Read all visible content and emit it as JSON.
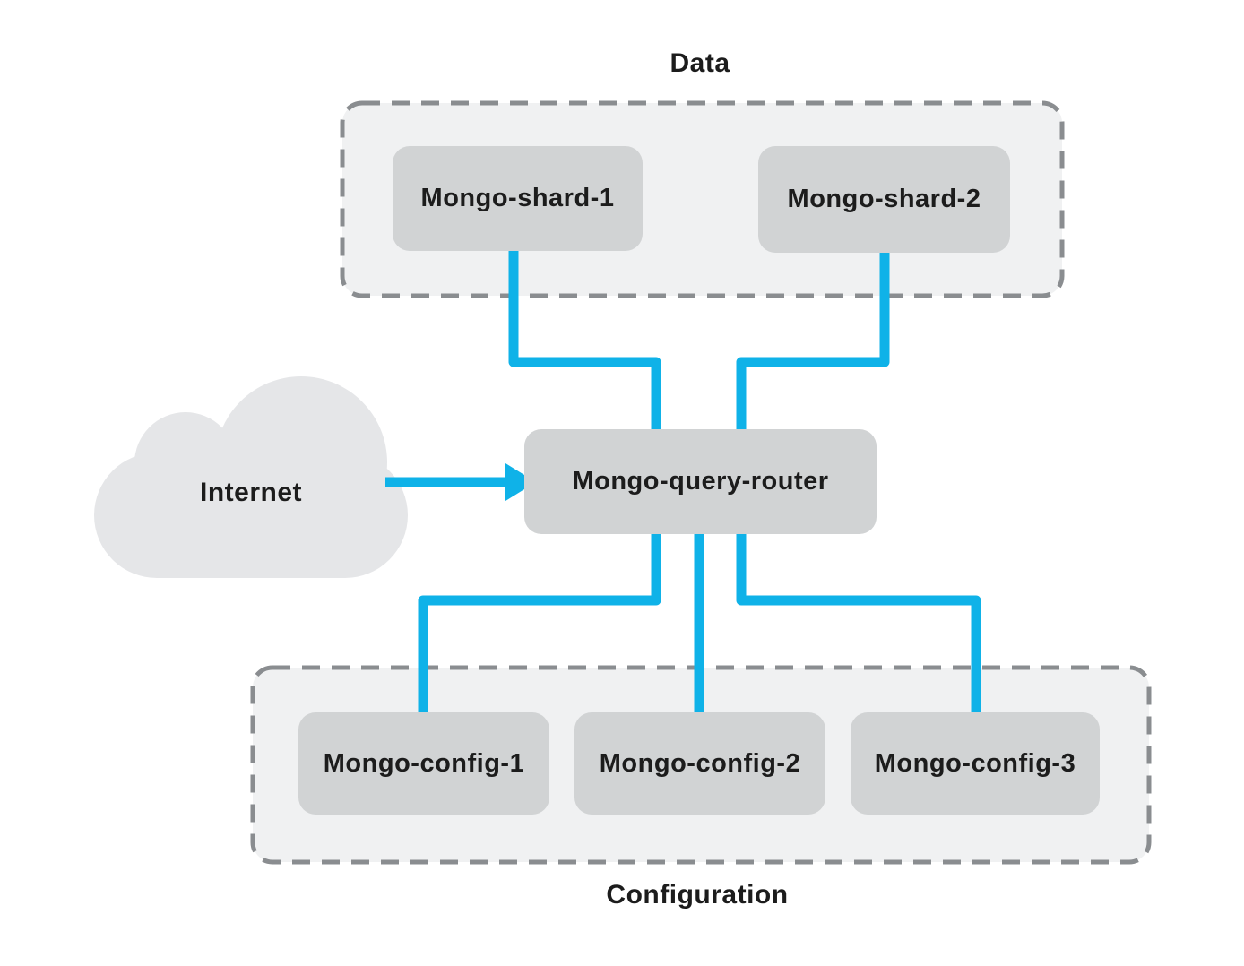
{
  "diagram": {
    "groups": {
      "data": {
        "label": "Data"
      },
      "configuration": {
        "label": "Configuration"
      }
    },
    "cloud": {
      "label": "Internet"
    },
    "nodes": {
      "shard1": {
        "label": "Mongo-shard-1"
      },
      "shard2": {
        "label": "Mongo-shard-2"
      },
      "router": {
        "label": "Mongo-query-router"
      },
      "config1": {
        "label": "Mongo-config-1"
      },
      "config2": {
        "label": "Mongo-config-2"
      },
      "config3": {
        "label": "Mongo-config-3"
      }
    },
    "connections": [
      {
        "from": "Mongo-shard-1",
        "to": "Mongo-query-router"
      },
      {
        "from": "Mongo-shard-2",
        "to": "Mongo-query-router"
      },
      {
        "from": "Internet",
        "to": "Mongo-query-router"
      },
      {
        "from": "Mongo-query-router",
        "to": "Mongo-config-1"
      },
      {
        "from": "Mongo-query-router",
        "to": "Mongo-config-2"
      },
      {
        "from": "Mongo-query-router",
        "to": "Mongo-config-3"
      }
    ],
    "colors": {
      "connector_blue": "#0fb2e8",
      "node_gray": "#d1d3d4",
      "group_fill": "#f0f1f2",
      "group_border": "#8a8d90",
      "cloud_gray": "#e5e6e8",
      "label_text": "#1c1c1c"
    }
  }
}
